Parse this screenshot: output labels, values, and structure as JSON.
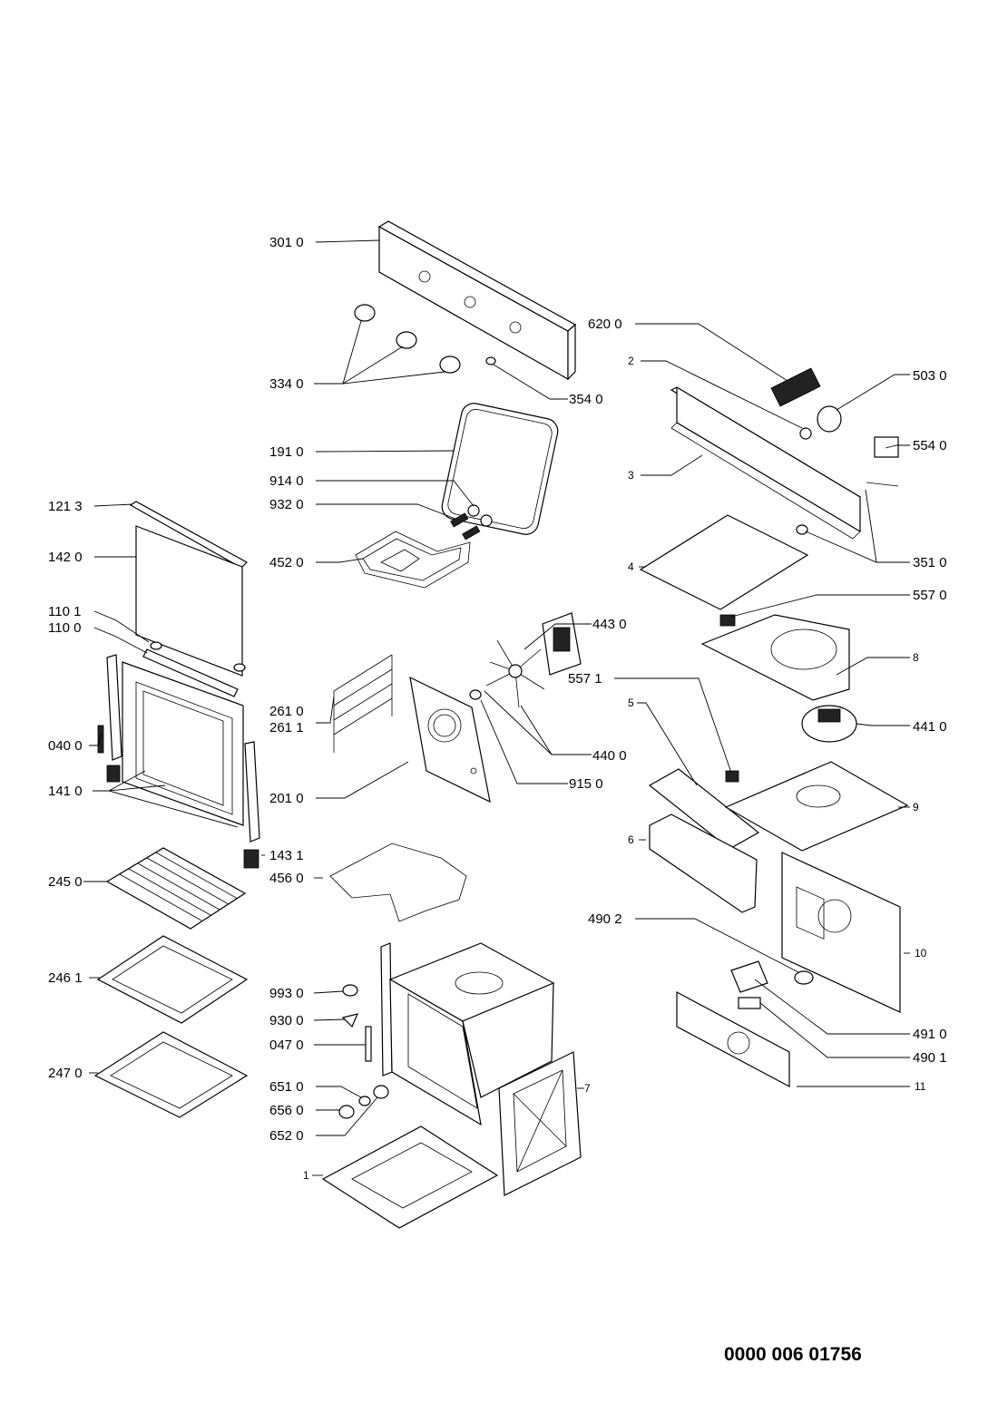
{
  "document_number": "0000 006 01756",
  "labels": {
    "p3010": "301 0",
    "p6200": "620 0",
    "p2": "2",
    "p5030": "503 0",
    "p3340": "334 0",
    "p3540": "354 0",
    "p5540": "554 0",
    "p1910": "191 0",
    "p3": "3",
    "p9140": "914 0",
    "p1213": "121 3",
    "p9320": "932 0",
    "p1420": "142 0",
    "p4520": "452 0",
    "p4": "4",
    "p3510": "351 0",
    "p5570": "557 0",
    "p1101": "110 1",
    "p1100": "110 0",
    "p4430": "443 0",
    "p8": "8",
    "p2610": "261 0",
    "p2611": "261 1",
    "p5571": "557 1",
    "p5": "5",
    "p4410": "441 0",
    "p0400": "040 0",
    "p4400": "440 0",
    "p1410": "141 0",
    "p2010": "201 0",
    "p9150": "915 0",
    "p9": "9",
    "p6": "6",
    "p1431": "143 1",
    "p2450": "245 0",
    "p4560": "456 0",
    "p4902": "490 2",
    "p10": "10",
    "p2461": "246 1",
    "p9930": "993 0",
    "p9300": "930 0",
    "p4910": "491 0",
    "p0470": "047 0",
    "p4901": "490 1",
    "p2470": "247 0",
    "p6510": "651 0",
    "p7": "7",
    "p11": "11",
    "p6560": "656 0",
    "p6520": "652 0",
    "p1": "1"
  }
}
